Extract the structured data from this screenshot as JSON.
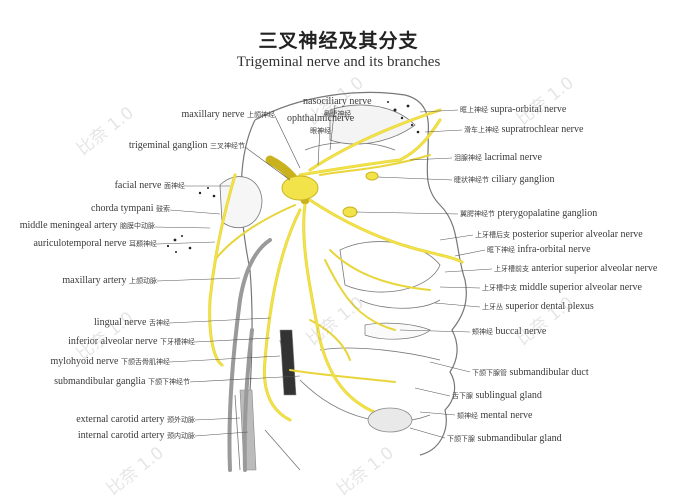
{
  "title": {
    "cn": "三叉神经及其分支",
    "en": "Trigeminal nerve and its branches"
  },
  "labels_left": [
    {
      "id": "maxillary-nerve",
      "en": "maxillary nerve",
      "cn": "上颌神经"
    },
    {
      "id": "trigeminal-ganglion",
      "en": "trigeminal ganglion",
      "cn": "三叉神经节"
    },
    {
      "id": "facial-nerve",
      "en": "facial nerve",
      "cn": "面神经"
    },
    {
      "id": "chorda-tympani",
      "en": "chorda tympani",
      "cn": "鼓索"
    },
    {
      "id": "middle-meningeal-artery",
      "en": "middle meningeal artery",
      "cn": "脑膜中动脉"
    },
    {
      "id": "auriculotemporal-nerve",
      "en": "auriculotemporal nerve",
      "cn": "耳颞神经"
    },
    {
      "id": "maxillary-artery",
      "en": "maxillary artery",
      "cn": "上颌动脉"
    },
    {
      "id": "lingual-nerve",
      "en": "lingual nerve",
      "cn": "舌神经"
    },
    {
      "id": "inferior-alveolar-nerve",
      "en": "inferior alveolar nerve",
      "cn": "下牙槽神经"
    },
    {
      "id": "mylohyoid-nerve",
      "en": "mylohyoid nerve",
      "cn": "下颌舌骨肌神经"
    },
    {
      "id": "submandibular-ganglia",
      "en": "submandibular ganglia",
      "cn": "下颌下神经节"
    },
    {
      "id": "external-carotid-artery",
      "en": "external carotid artery",
      "cn": "颈外动脉"
    },
    {
      "id": "internal-carotid-artery",
      "en": "internal carotid artery",
      "cn": "颈内动脉"
    }
  ],
  "labels_top": [
    {
      "id": "nasociliary-nerve",
      "en": "nasociliary nerve",
      "cn": "鼻睫神经"
    },
    {
      "id": "ophthalmic-nerve",
      "en": "ophthalmicnerve",
      "cn": "眼神经"
    }
  ],
  "labels_right": [
    {
      "id": "supra-orbital-nerve",
      "en": "supra-orbital nerve",
      "cn": "眶上神经"
    },
    {
      "id": "supratrochlear-nerve",
      "en": "supratrochlear nerve",
      "cn": "滑车上神经"
    },
    {
      "id": "lacrimal-nerve",
      "en": "lacrimal nerve",
      "cn": "泪腺神经"
    },
    {
      "id": "ciliary-ganglion",
      "en": "ciliary ganglion",
      "cn": "睫状神经节"
    },
    {
      "id": "pterygopalatine-ganglion",
      "en": "pterygopalatine ganglion",
      "cn": "翼腭神经节"
    },
    {
      "id": "posterior-superior-alveolar-nerve",
      "en": "posterior superior alveolar nerve",
      "cn": "上牙槽后支"
    },
    {
      "id": "infra-orbital-nerve",
      "en": "infra-orbital nerve",
      "cn": "眶下神经"
    },
    {
      "id": "anterior-superior-alveolar-nerve",
      "en": "anterior superior alveolar nerve",
      "cn": "上牙槽前支"
    },
    {
      "id": "middle-superior-alveolar-nerve",
      "en": "middle superior alveolar nerve",
      "cn": "上牙槽中支"
    },
    {
      "id": "superior-dental-plexus",
      "en": "superior dental plexus",
      "cn": "上牙丛"
    },
    {
      "id": "buccal-nerve",
      "en": "buccal nerve",
      "cn": "颊神经"
    },
    {
      "id": "submandibular-duct",
      "en": "submandibular duct",
      "cn": "下颌下腺管"
    },
    {
      "id": "sublingual-gland",
      "en": "sublingual gland",
      "cn": "舌下腺"
    },
    {
      "id": "mental-nerve",
      "en": "mental nerve",
      "cn": "颏神经"
    },
    {
      "id": "submandibular-gland",
      "en": "submandibular gland",
      "cn": "下颌下腺"
    }
  ],
  "watermark": "比奈 1.0",
  "colors": {
    "nerve": "#f2e34a",
    "nerve_stroke": "#c9b21e",
    "line": "#555555",
    "outline": "#666666"
  }
}
